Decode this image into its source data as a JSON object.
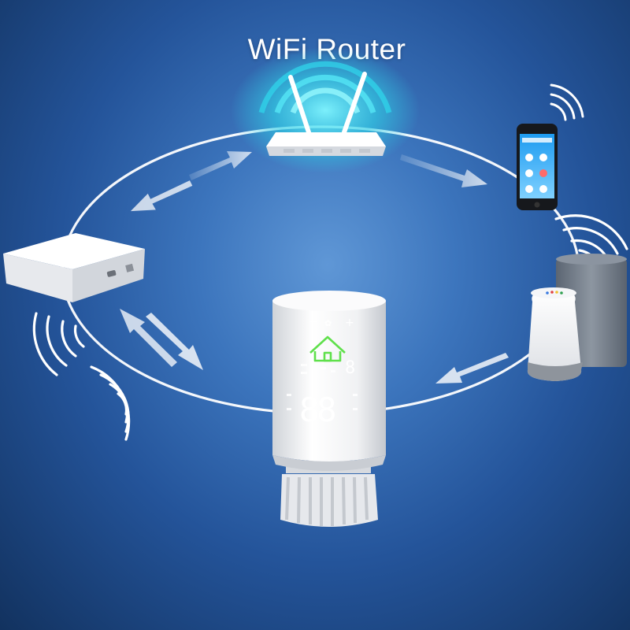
{
  "diagram": {
    "title": "WiFi Router"
  },
  "colors": {
    "ring": "#ffffff",
    "accent_glow": "#3fe3f2",
    "thermostat_home_icon": "#5fe04b",
    "led_digits": "#ffffff"
  },
  "thermostat_display": {
    "minus": "−",
    "plus": "+",
    "temp_digits": "88",
    "side_digit": "8"
  },
  "icons": {
    "router": "wifi-router-icon",
    "gateway": "zigbee-gateway-icon",
    "phone": "smartphone-app-icon",
    "speakers": "smart-speaker-icon",
    "thermostat": "radiator-thermostat-icon"
  }
}
